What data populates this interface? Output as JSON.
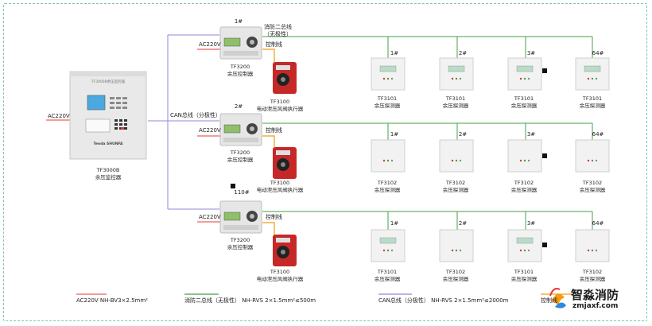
{
  "monitor": {
    "ac_label": "AC220V",
    "model": "TF3000B",
    "name": "余压监控器",
    "screen_title": "TF3000B余压监控器",
    "brand_text": "Tenda SHUNFA"
  },
  "can_bus_label": "CAN总线（分极性）",
  "fire_bus_label": "消防二总线（无极性）",
  "controllers": [
    {
      "num": "1#",
      "ac": "AC220V",
      "model": "TF3200",
      "name": "余压控制器",
      "ctrl_line": "控制线"
    },
    {
      "num": "2#",
      "ac": "AC220V",
      "model": "TF3200",
      "name": "余压控制器",
      "ctrl_line": "控制线"
    },
    {
      "num": "110#",
      "ac": "AC220V",
      "model": "TF3200",
      "name": "余压控制器",
      "ctrl_line": "控制线"
    }
  ],
  "actuators": [
    {
      "model": "TF3100",
      "name": "电动泄压风阀执行器"
    },
    {
      "model": "TF3100",
      "name": "电动泄压风阀执行器"
    },
    {
      "model": "TF3100",
      "name": "电动泄压风阀执行器"
    }
  ],
  "detector_rows": [
    [
      {
        "num": "1#",
        "model": "TF3101",
        "name": "余压探测器"
      },
      {
        "num": "2#",
        "model": "TF3101",
        "name": "余压探测器"
      },
      {
        "num": "3#",
        "model": "TF3101",
        "name": "余压探测器"
      },
      {
        "num": "64#",
        "model": "TF3101",
        "name": "余压探测器"
      }
    ],
    [
      {
        "num": "1#",
        "model": "TF3102",
        "name": "余压探测器"
      },
      {
        "num": "2#",
        "model": "TF3102",
        "name": "余压探测器"
      },
      {
        "num": "3#",
        "model": "TF3102",
        "name": "余压探测器"
      },
      {
        "num": "64#",
        "model": "TF3102",
        "name": "余压探测器"
      }
    ],
    [
      {
        "num": "1#",
        "model": "TF3101",
        "name": "余压探测器"
      },
      {
        "num": "2#",
        "model": "TF3102",
        "name": "余压探测器"
      },
      {
        "num": "3#",
        "model": "TF3101",
        "name": "余压探测器"
      },
      {
        "num": "64#",
        "model": "TF3102",
        "name": "余压探测器"
      }
    ]
  ],
  "legend": [
    {
      "color": "#e53935",
      "text": "AC220V  NH-BV3×2.5mm²"
    },
    {
      "color": "#43a047",
      "text": "消防二总线（无极性）  NH-RVS 2×1.5mm²≤500m"
    },
    {
      "color": "#8e8ad8",
      "text": "CAN总线（分极性）  NH-RVS 2×1.5mm²≤2000m"
    },
    {
      "color": "#f39c12",
      "text": "控制线"
    }
  ],
  "watermark": {
    "cn": "智淼消防",
    "url": "zmjaxf.com"
  },
  "colors": {
    "ac": "#e53935",
    "fire_bus": "#43a047",
    "can": "#8e8ad8",
    "control": "#f39c12"
  }
}
